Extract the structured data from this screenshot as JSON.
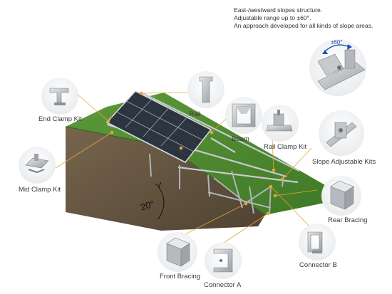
{
  "description": {
    "line1": "East-/westward slopes structure.",
    "line2": "Adjustable range up to ±60°.",
    "line3": "An approach developed for all kinds of slope areas."
  },
  "slope_angle": "20°",
  "adjust_range": "±60°",
  "components": {
    "end_clamp_kit": "End Clamp Kit",
    "mid_clamp_kit": "Mid Clamp Kit",
    "rail": "Rail",
    "beam": "Beam",
    "rail_clamp_kit": "Rail Clamp Kit",
    "slope_adjustable_kits": "Slope Adjustable Kits",
    "rear_bracing": "Rear Bracing",
    "front_bracing": "Front Bracing",
    "connector_a": "Connector A",
    "connector_b": "Connector B"
  },
  "colors": {
    "grass": "#4e8a2f",
    "soil": "#6b5a44",
    "panel": "#2c3440",
    "accent": "#e8a33a",
    "metal": "#b9bcc0"
  }
}
